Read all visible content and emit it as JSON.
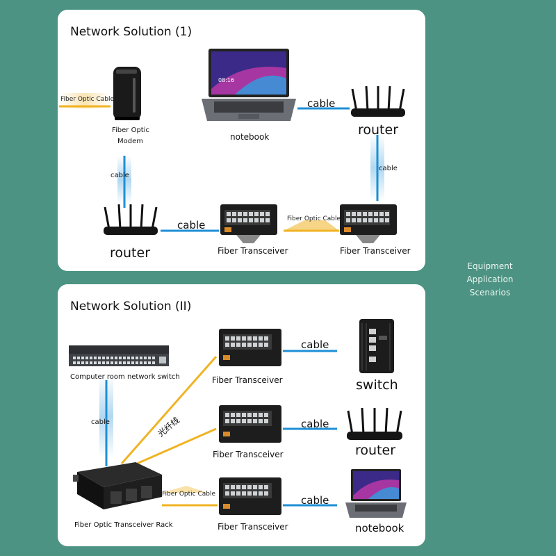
{
  "solution1": {
    "title": "Network Solution (1)",
    "modem_label_line1": "Fiber Optic",
    "modem_label_line2": "Modem",
    "notebook_label": "notebook",
    "router_top_label": "router",
    "router_bottom_label": "router",
    "transceiver_left_label": "Fiber Transceiver",
    "transceiver_right_label": "Fiber Transceiver",
    "fiber_cable_modem": "Fiber Optic Cable",
    "fiber_cable_transceivers": "Fiber Optic Cable",
    "cable_modem_router": "cable",
    "cable_notebook_router": "cable",
    "cable_router_transceiver": "cable",
    "cable_router_vertical": "cable"
  },
  "solution2": {
    "title": "Network Solution (II)",
    "room_switch_label": "Computer room network switch",
    "rack_label": "Fiber Optic Transceiver Rack",
    "transceiver1_label": "Fiber Transceiver",
    "transceiver2_label": "Fiber Transceiver",
    "transceiver3_label": "Fiber Transceiver",
    "switch_label": "switch",
    "router_label": "router",
    "notebook_label": "notebook",
    "cable_switch_rack": "cable",
    "fiber_chinese": "光纤线",
    "fiber_cable_rack": "Fiber Optic Cable",
    "cable1": "cable",
    "cable2": "cable",
    "cable3": "cable"
  },
  "side_label": [
    "Equipment",
    "Application",
    "Scenarios"
  ],
  "colors": {
    "background": "#4c9383",
    "panel": "#ffffff",
    "fiber": "#f0b323",
    "cable": "#1e8fd6"
  },
  "laptop_screen_text": "08:16"
}
